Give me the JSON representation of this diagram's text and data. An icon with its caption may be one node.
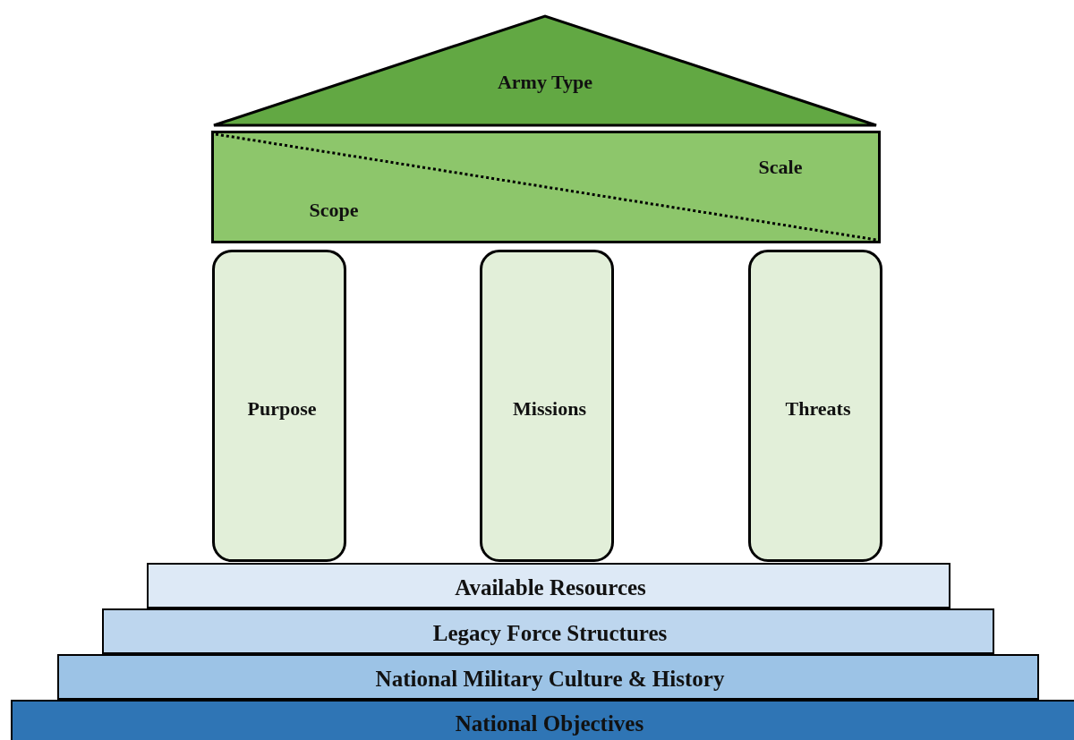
{
  "diagram": {
    "nodes": [
      {
        "text": [
          "Army Type"
        ]
      },
      {
        "text": [
          "Scale",
          "Scope"
        ]
      },
      {
        "text": [
          "Purpose"
        ]
      },
      {
        "text": [
          "Missions"
        ]
      },
      {
        "text": [
          "Threats"
        ]
      },
      {
        "text": [
          "Available Resources"
        ]
      },
      {
        "text": [
          "Legacy Force Structures"
        ]
      },
      {
        "text": [
          "National Military Culture & History"
        ]
      },
      {
        "text": [
          "National Objectives"
        ]
      }
    ]
  }
}
